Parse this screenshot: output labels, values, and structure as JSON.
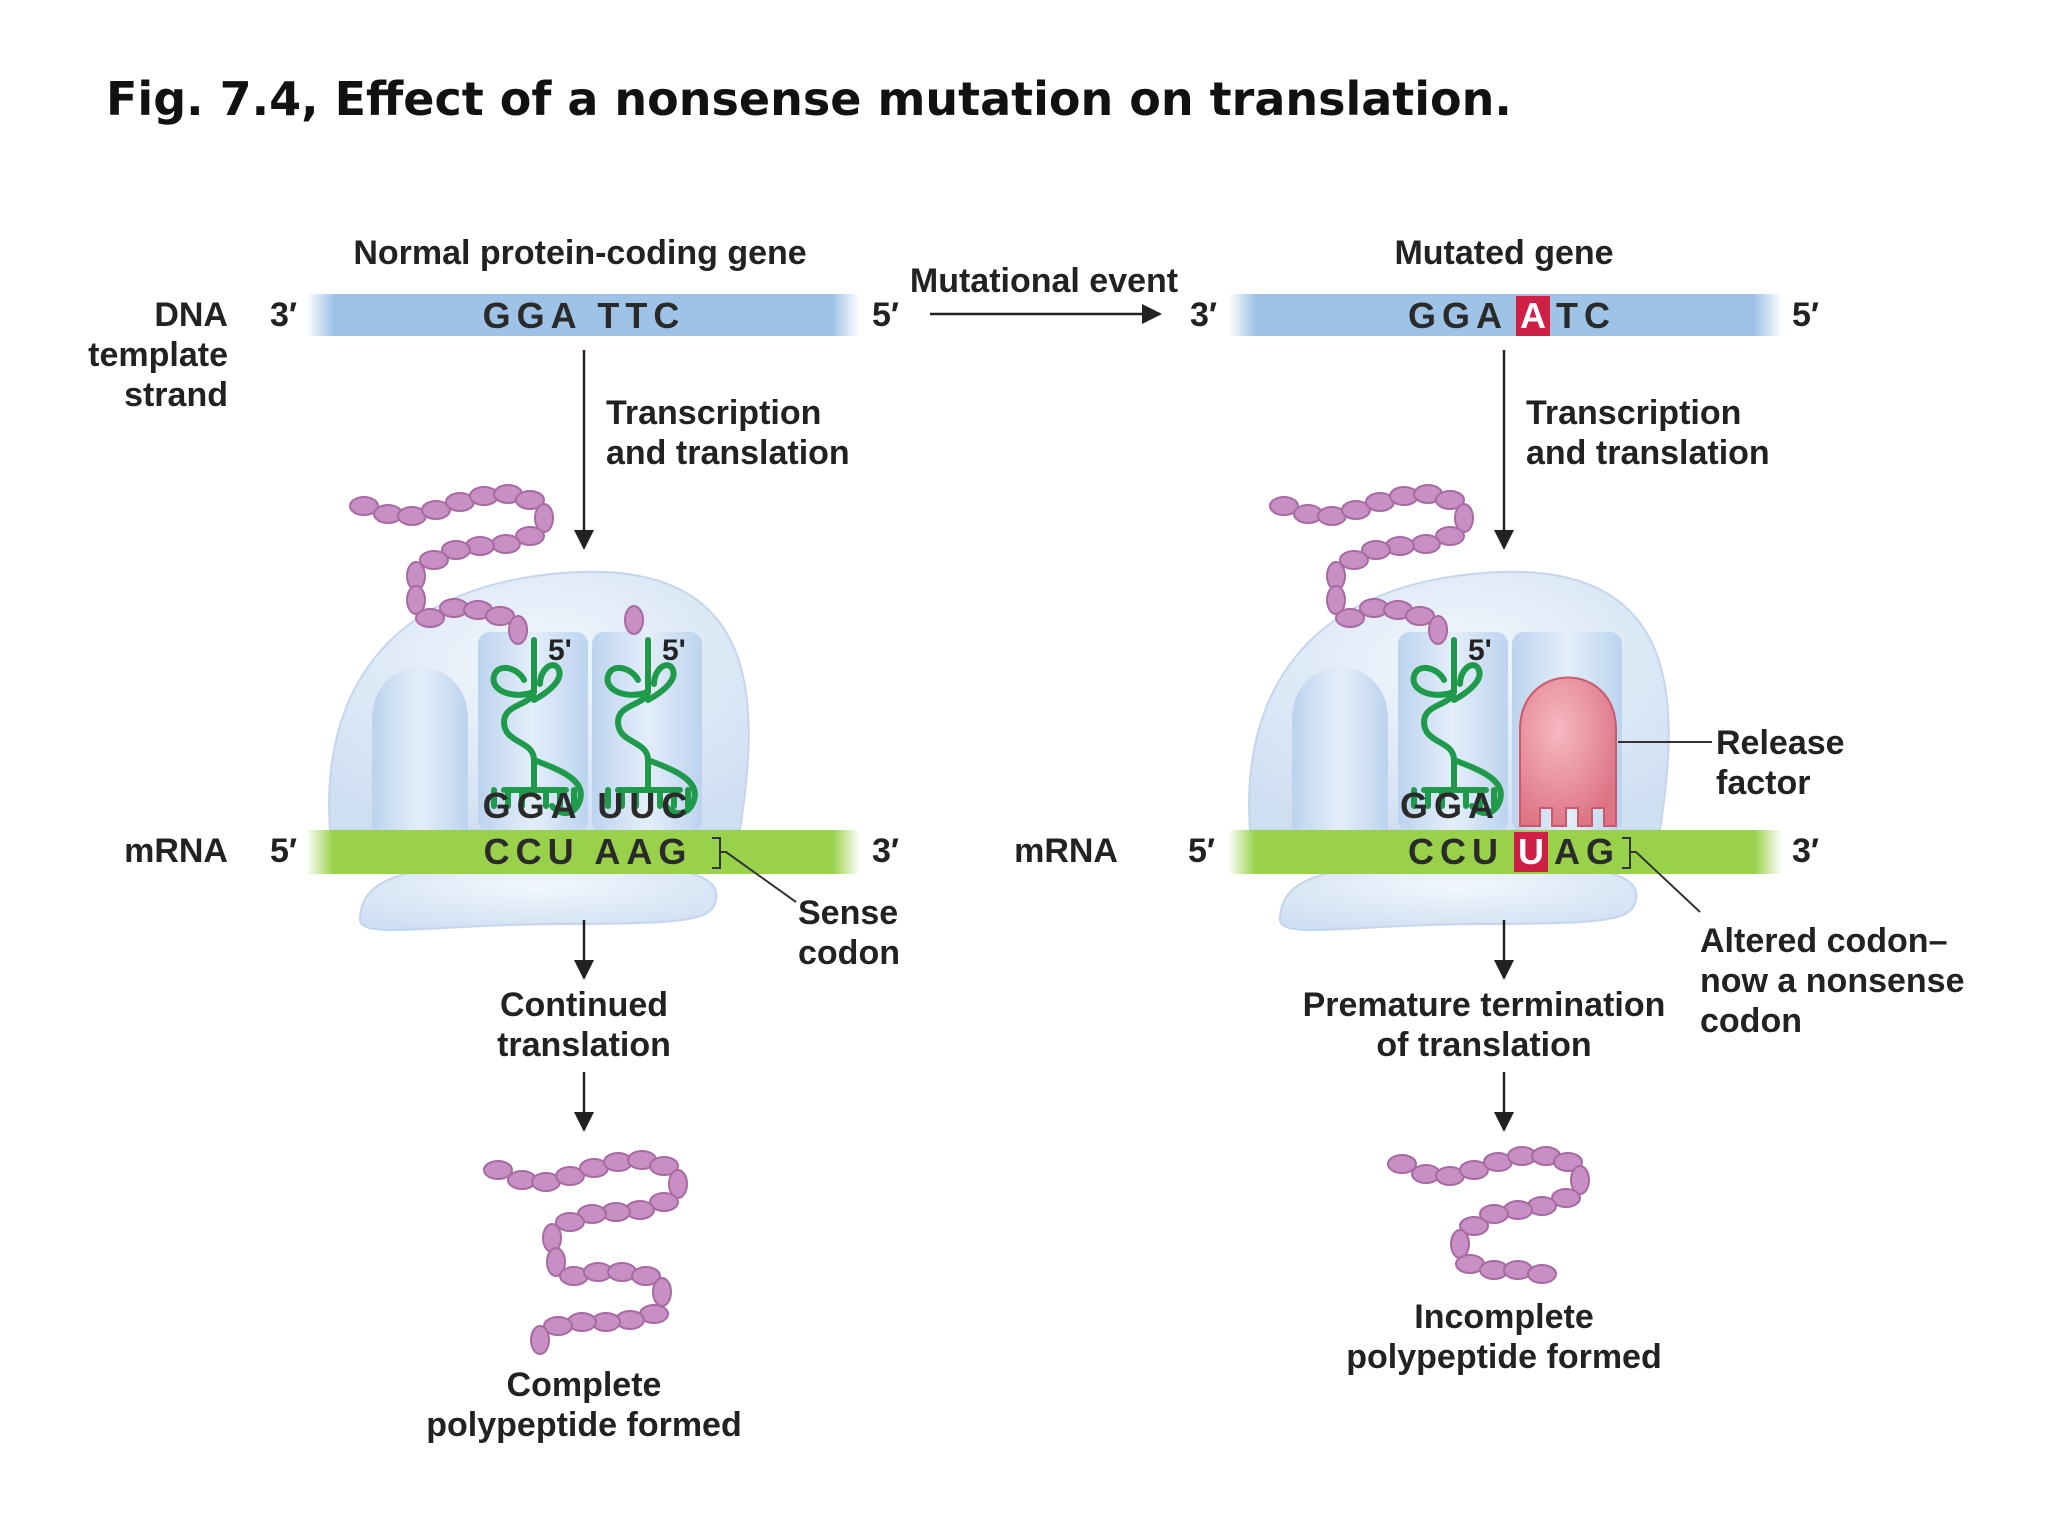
{
  "title": "Fig. 7.4, Effect of a nonsense mutation on translation.",
  "labels": {
    "dna_template_line1": "DNA",
    "dna_template_line2": "template",
    "dna_template_line3": "strand",
    "mrna": "mRNA",
    "mutational_event": "Mutational event",
    "three_prime": "3′",
    "five_prime": "5′",
    "five_prime_trna": "5'"
  },
  "normal": {
    "heading": "Normal protein-coding gene",
    "dna_seq": "GGA TTC",
    "step1_line1": "Transcription",
    "step1_line2": "and translation",
    "anticodons": "GGA UUC",
    "mrna_seq": "CCU AAG",
    "codon_label_line1": "Sense",
    "codon_label_line2": "codon",
    "step2_line1": "Continued",
    "step2_line2": "translation",
    "result_line1": "Complete",
    "result_line2": "polypeptide formed"
  },
  "mutated": {
    "heading": "Mutated gene",
    "dna_seq_before": "GGA",
    "dna_seq_mutated": "A",
    "dna_seq_after": "TC",
    "step1_line1": "Transcription",
    "step1_line2": "and translation",
    "anticodon": "GGA",
    "mrna_seq_before": "CCU",
    "mrna_seq_mutated": "U",
    "mrna_seq_after": "AG",
    "release_factor_line1": "Release",
    "release_factor_line2": "factor",
    "codon_label_line1": "Altered codon–",
    "codon_label_line2": "now a nonsense",
    "codon_label_line3": "codon",
    "step2_line1": "Premature termination",
    "step2_line2": "of translation",
    "result_line1": "Incomplete",
    "result_line2": "polypeptide formed"
  },
  "colors": {
    "dna_strand": "#9fc3e6",
    "mrna_strand": "#9ad14a",
    "ribosome": "#dbe8f7",
    "trna": "#1e9a4a",
    "polypeptide": "#c88fc4",
    "release_factor": "#e98a98",
    "mutation_highlight": "#d01f45"
  }
}
